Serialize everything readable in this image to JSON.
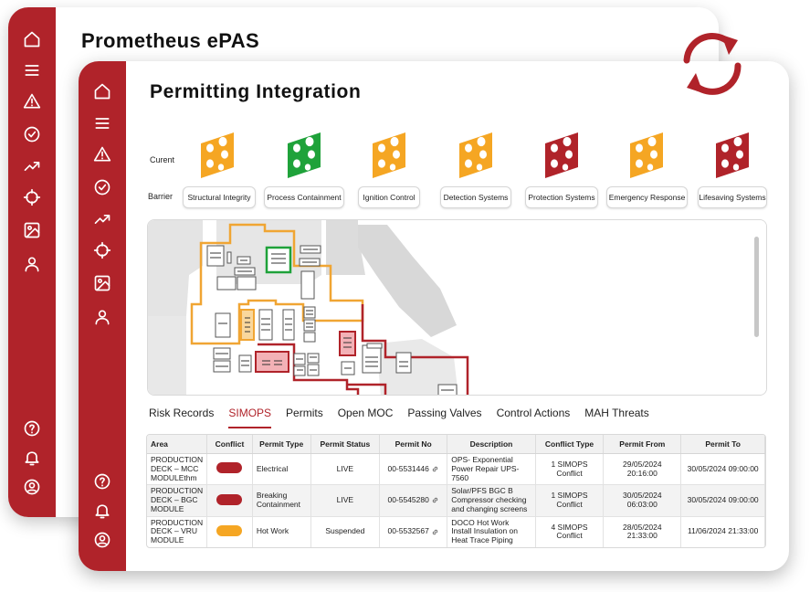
{
  "back_window": {
    "title": "Prometheus ePAS"
  },
  "front_window": {
    "title": "Permitting Integration",
    "current_label": "Curent",
    "barrier_label": "Barrier"
  },
  "rail_icons": [
    "home-icon",
    "menu-icon",
    "warning-icon",
    "check-circle-icon",
    "trend-icon",
    "target-icon",
    "image-icon",
    "user-icon",
    "help-icon",
    "bell-icon",
    "account-icon"
  ],
  "barriers": [
    {
      "label": "Structural Integrity",
      "status_color": "#f5a623"
    },
    {
      "label": "Process Containment",
      "status_color": "#1fa23a"
    },
    {
      "label": "Ignition Control",
      "status_color": "#f5a623"
    },
    {
      "label": "Detection Systems",
      "status_color": "#f5a623"
    },
    {
      "label": "Protection Systems",
      "status_color": "#b0232a"
    },
    {
      "label": "Emergency Response",
      "status_color": "#f5a623"
    },
    {
      "label": "Lifesaving Systems",
      "status_color": "#b0232a"
    }
  ],
  "tabs": [
    {
      "label": "Risk Records",
      "active": false
    },
    {
      "label": "SIMOPS",
      "active": true
    },
    {
      "label": "Permits",
      "active": false
    },
    {
      "label": "Open MOC",
      "active": false
    },
    {
      "label": "Passing Valves",
      "active": false
    },
    {
      "label": "Control Actions",
      "active": false
    },
    {
      "label": "MAH Threats",
      "active": false
    }
  ],
  "table": {
    "headers": [
      "Area",
      "Conflict",
      "Permit Type",
      "Permit  Status",
      "Permit  No",
      "Description",
      "Conflict Type",
      "Permit From",
      "Permit  To"
    ],
    "rows": [
      {
        "area": "PRODUCTION DECK – MCC MODULEthm",
        "conflict_color": "#b0232a",
        "permit_type": "Electrical",
        "permit_status": "LIVE",
        "permit_no": "00-5531446",
        "description": "OPS- Exponential Power Repair UPS-7560",
        "conflict_type": "1 SIMOPS Conflict",
        "permit_from": "29/05/2024 20:16:00",
        "permit_to": "30/05/2024 09:00:00"
      },
      {
        "area": "PRODUCTION DECK – BGC MODULE",
        "conflict_color": "#b0232a",
        "permit_type": "Breaking Containment",
        "permit_status": "LIVE",
        "permit_no": "00-5545280",
        "description": "Solar/PFS BGC B Compressor checking and changing screens",
        "conflict_type": "1 SIMOPS Conflict",
        "permit_from": "30/05/2024 06:03:00",
        "permit_to": "30/05/2024 09:00:00"
      },
      {
        "area": "PRODUCTION DECK – VRU MODULE",
        "conflict_color": "#f5a623",
        "permit_type": "Hot Work",
        "permit_status": "Suspended",
        "permit_no": "00-5532567",
        "description": "DOCO Hot Work Install Insulation on Heat Trace Piping",
        "conflict_type": "4 SIMOPS Conflict",
        "permit_from": "28/05/2024 21:33:00",
        "permit_to": "11/06/2024 21:33:00"
      }
    ]
  },
  "colors": {
    "brand": "#b0232a",
    "amber": "#f5a623",
    "green": "#1fa23a"
  }
}
